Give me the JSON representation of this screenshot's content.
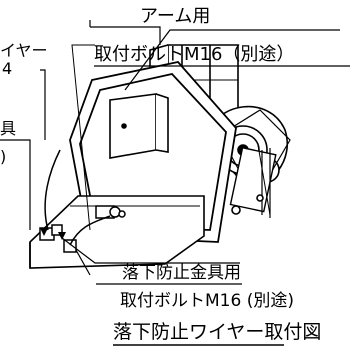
{
  "labels": {
    "arm": "アーム用",
    "mount_bolt_top": "取付ボルトM16（別途）",
    "wire_partial": "イヤー",
    "wire_size_partial": "4",
    "tool_partial": "具",
    "paren_partial": ")",
    "fall_prevention_bracket": "落下防止金具用",
    "mount_bolt_bottom": "取付ボルトM16 (別途)",
    "figure_title": "落下防止ワイヤー取付図"
  }
}
